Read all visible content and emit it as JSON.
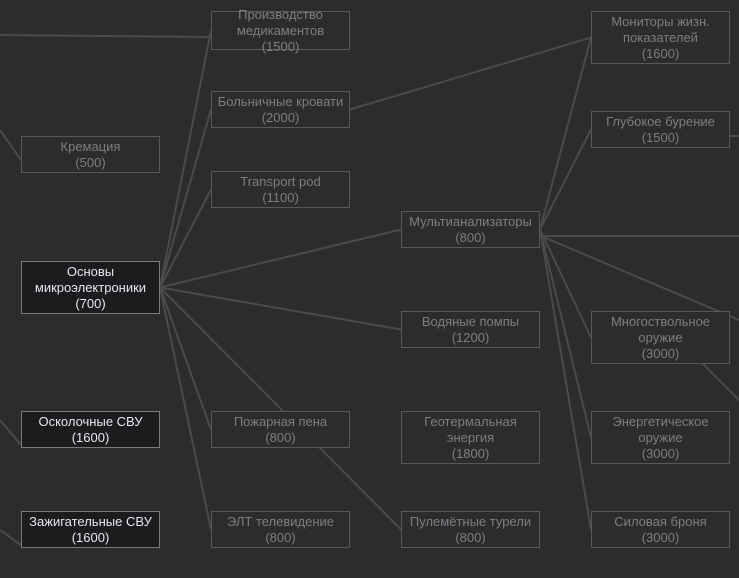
{
  "tech_tree": {
    "nodes": [
      {
        "id": "medicine",
        "lines": [
          "Производство",
          "медикаментов"
        ],
        "cost": "(1500)",
        "state": "locked"
      },
      {
        "id": "hospital-beds",
        "lines": [
          "Больничные кровати"
        ],
        "cost": "(2000)",
        "state": "locked"
      },
      {
        "id": "transport-pod",
        "lines": [
          "Transport pod"
        ],
        "cost": "(1100)",
        "state": "locked"
      },
      {
        "id": "cremation",
        "lines": [
          "Кремация"
        ],
        "cost": "(500)",
        "state": "locked"
      },
      {
        "id": "microelectronics",
        "lines": [
          "Основы",
          "микроэлектроники"
        ],
        "cost": "(700)",
        "state": "available"
      },
      {
        "id": "multianalyzers",
        "lines": [
          "Мультианализаторы"
        ],
        "cost": "(800)",
        "state": "locked"
      },
      {
        "id": "water-pumps",
        "lines": [
          "Водяные помпы"
        ],
        "cost": "(1200)",
        "state": "locked"
      },
      {
        "id": "frag-ied",
        "lines": [
          "Осколочные СВУ"
        ],
        "cost": "(1600)",
        "state": "available"
      },
      {
        "id": "fire-foam",
        "lines": [
          "Пожарная пена"
        ],
        "cost": "(800)",
        "state": "locked"
      },
      {
        "id": "geothermal",
        "lines": [
          "Геотермальная",
          "энергия"
        ],
        "cost": "(1800)",
        "state": "locked"
      },
      {
        "id": "incendiary-ied",
        "lines": [
          "Зажигательные СВУ"
        ],
        "cost": "(1600)",
        "state": "available"
      },
      {
        "id": "crt-tv",
        "lines": [
          "ЭЛТ телевидение"
        ],
        "cost": "(800)",
        "state": "locked"
      },
      {
        "id": "turrets",
        "lines": [
          "Пулемётные турели"
        ],
        "cost": "(800)",
        "state": "locked"
      },
      {
        "id": "vitals-monitors",
        "lines": [
          "Мониторы жизн.",
          "показателей"
        ],
        "cost": "(1600)",
        "state": "locked"
      },
      {
        "id": "deep-drilling",
        "lines": [
          "Глубокое бурение"
        ],
        "cost": "(1500)",
        "state": "locked"
      },
      {
        "id": "multi-barrel",
        "lines": [
          "Многоствольное",
          "оружие"
        ],
        "cost": "(3000)",
        "state": "locked"
      },
      {
        "id": "energy-weapons",
        "lines": [
          "Энергетическое",
          "оружие"
        ],
        "cost": "(3000)",
        "state": "locked"
      },
      {
        "id": "power-armor",
        "lines": [
          "Силовая броня"
        ],
        "cost": "(3000)",
        "state": "locked"
      }
    ]
  },
  "colors": {
    "background": "#2c2c2e",
    "link": "#4a4a4d",
    "locked_text": "#7e7e82",
    "available_text": "#e6e6ee"
  }
}
